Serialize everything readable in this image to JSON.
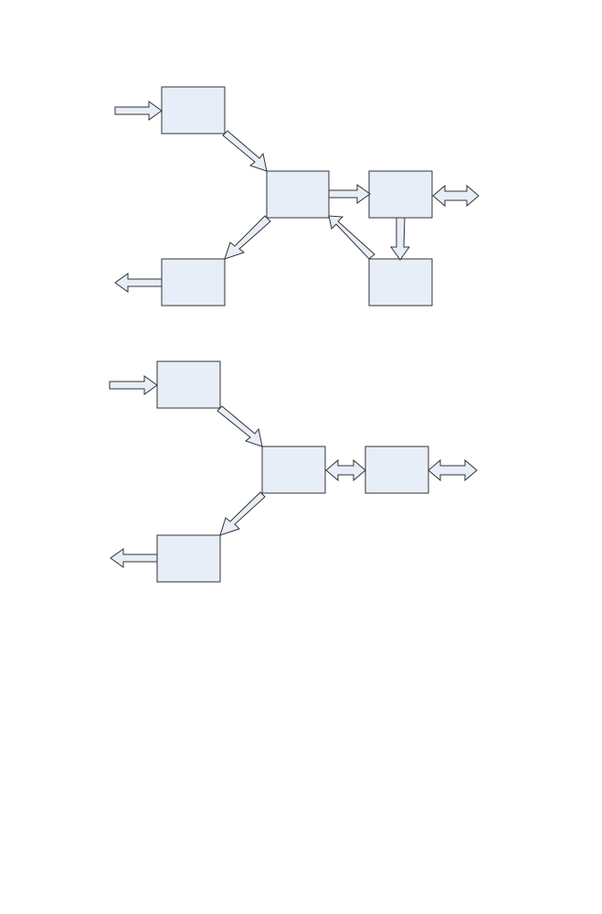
{
  "style": {
    "box_fill": "#e8eef8",
    "box_stroke": "#333333",
    "arrow_fill": "#e8eef8",
    "arrow_stroke": "#333333",
    "background": "#ffffff"
  },
  "diagrams": [
    {
      "id": "top",
      "boxes": [
        {
          "id": "input-block",
          "label": ""
        },
        {
          "id": "center-block",
          "label": ""
        },
        {
          "id": "right-block",
          "label": ""
        },
        {
          "id": "output-block",
          "label": ""
        },
        {
          "id": "feedback-block",
          "label": ""
        }
      ],
      "connections": [
        {
          "from": "external",
          "to": "input-block",
          "direction": "single"
        },
        {
          "from": "input-block",
          "to": "center-block",
          "direction": "single"
        },
        {
          "from": "center-block",
          "to": "right-block",
          "direction": "single"
        },
        {
          "from": "right-block",
          "to": "external",
          "direction": "double"
        },
        {
          "from": "right-block",
          "to": "feedback-block",
          "direction": "single"
        },
        {
          "from": "feedback-block",
          "to": "center-block",
          "direction": "single"
        },
        {
          "from": "center-block",
          "to": "output-block",
          "direction": "single"
        },
        {
          "from": "output-block",
          "to": "external",
          "direction": "single"
        }
      ]
    },
    {
      "id": "bottom",
      "boxes": [
        {
          "id": "input-block",
          "label": ""
        },
        {
          "id": "center-block",
          "label": ""
        },
        {
          "id": "right-block",
          "label": ""
        },
        {
          "id": "output-block",
          "label": ""
        }
      ],
      "connections": [
        {
          "from": "external",
          "to": "input-block",
          "direction": "single"
        },
        {
          "from": "input-block",
          "to": "center-block",
          "direction": "single"
        },
        {
          "from": "center-block",
          "to": "right-block",
          "direction": "double"
        },
        {
          "from": "right-block",
          "to": "external",
          "direction": "double"
        },
        {
          "from": "center-block",
          "to": "output-block",
          "direction": "single"
        },
        {
          "from": "output-block",
          "to": "external",
          "direction": "single"
        }
      ]
    }
  ]
}
